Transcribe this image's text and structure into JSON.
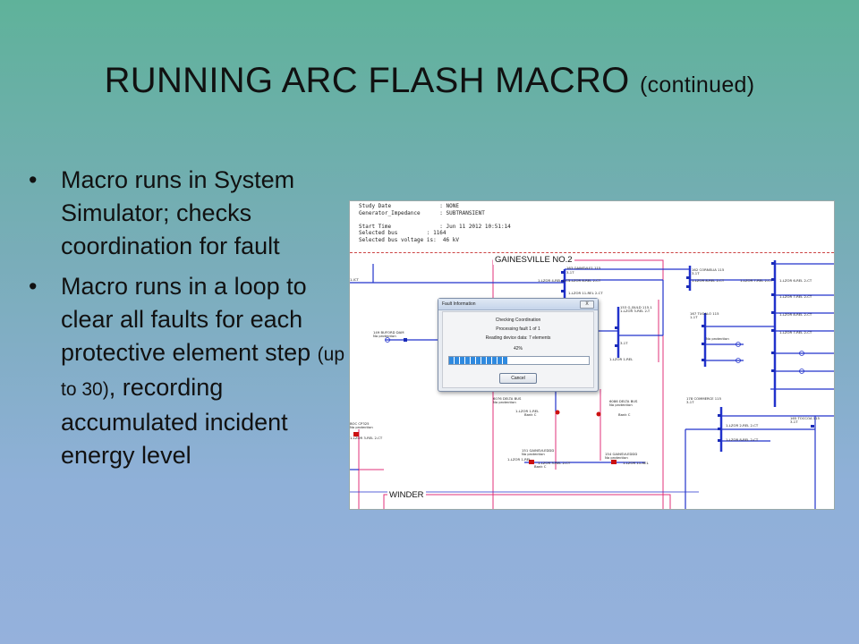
{
  "slide": {
    "title_main": "RUNNING ARC FLASH MACRO",
    "title_sub": "(continued)",
    "bullets": [
      {
        "text": "Macro runs in System Simulator; checks coordination for fault",
        "small": ""
      },
      {
        "text_before": "Macro runs in a loop to clear all faults for each protective element step ",
        "small": "(up to 30)",
        "text_after": ", recording accumulated incident energy level"
      }
    ]
  },
  "screenshot": {
    "header_rows": [
      "Study Date               : NONE",
      "Generator_Impedance      : SUBTRANSIENT",
      "",
      "Start Time               : Jun 11 2012 10:51:14",
      "Selected bus         : 1164",
      "Selected bus voltage is:  46 kV"
    ],
    "bus_labels": {
      "gainesville": "GAINESVILLE NO.2",
      "winder": "WINDER"
    },
    "node_labels": [
      "163 GAINSVLE1 115",
      "3-1T",
      "1-LZOR 4-REL 2-CT",
      "1-LZOR 8-REL 2-CT",
      "1-LZOR 11-REL 2-CT",
      "162 CORNELIA 115",
      "3-1T",
      "1-LZOR 8-REL 2-CT",
      "1-LZOR 7-REL 2-CT",
      "1-LZOR 6-REL 2-CT",
      "167 TUGALO 115",
      "1-1T",
      "No protection",
      "149 BUFORD DAM",
      "No protection",
      "1-ICT",
      "153 G_BULD 115.1",
      "1-LZOR 3-REL 2-T",
      "3-1T",
      "1-LZOR 1-REL",
      "6076 DELTA BUS",
      "No protection",
      "1-LZOR 1-REL",
      "Bank C",
      "6086 DELTA BUS",
      "No protection",
      "Bank C",
      "178 COMMERCE 115",
      "3-1T",
      "165 TOCCOA 115",
      "3-1T",
      "BOC CP325",
      "No protection",
      "1-LZOR 3-REL 2-CT",
      "151 GAINSVLEDDD",
      "No protection",
      "154 GAINSVLEDDD",
      "No protection",
      "1-LZOR 1-REL",
      "1-LZOR 3-REL 2-CT",
      "1-LZOR 11-REL",
      "Bank C",
      "1-LZOR 2-REL 2-CT",
      "1-LZOR 8-REL 2-CT",
      "1-LZOR 7-REL 2-CT",
      "1-LZOR 8-REL 2-CT",
      "1-LZOR 7-REL 2-CT"
    ],
    "dialog": {
      "title": "Fault Information",
      "close_label": "X",
      "line1": "Checking Coordination",
      "line2": "Processing fault 1 of 1",
      "line3": "Reading device data: 7 elements",
      "percent": "42%",
      "progress_fraction": 0.42,
      "cancel_label": "Cancel"
    }
  },
  "colors": {
    "bus_blue": "#2233cc",
    "bus_pink": "#e0307a",
    "device_red": "#cc1111"
  }
}
